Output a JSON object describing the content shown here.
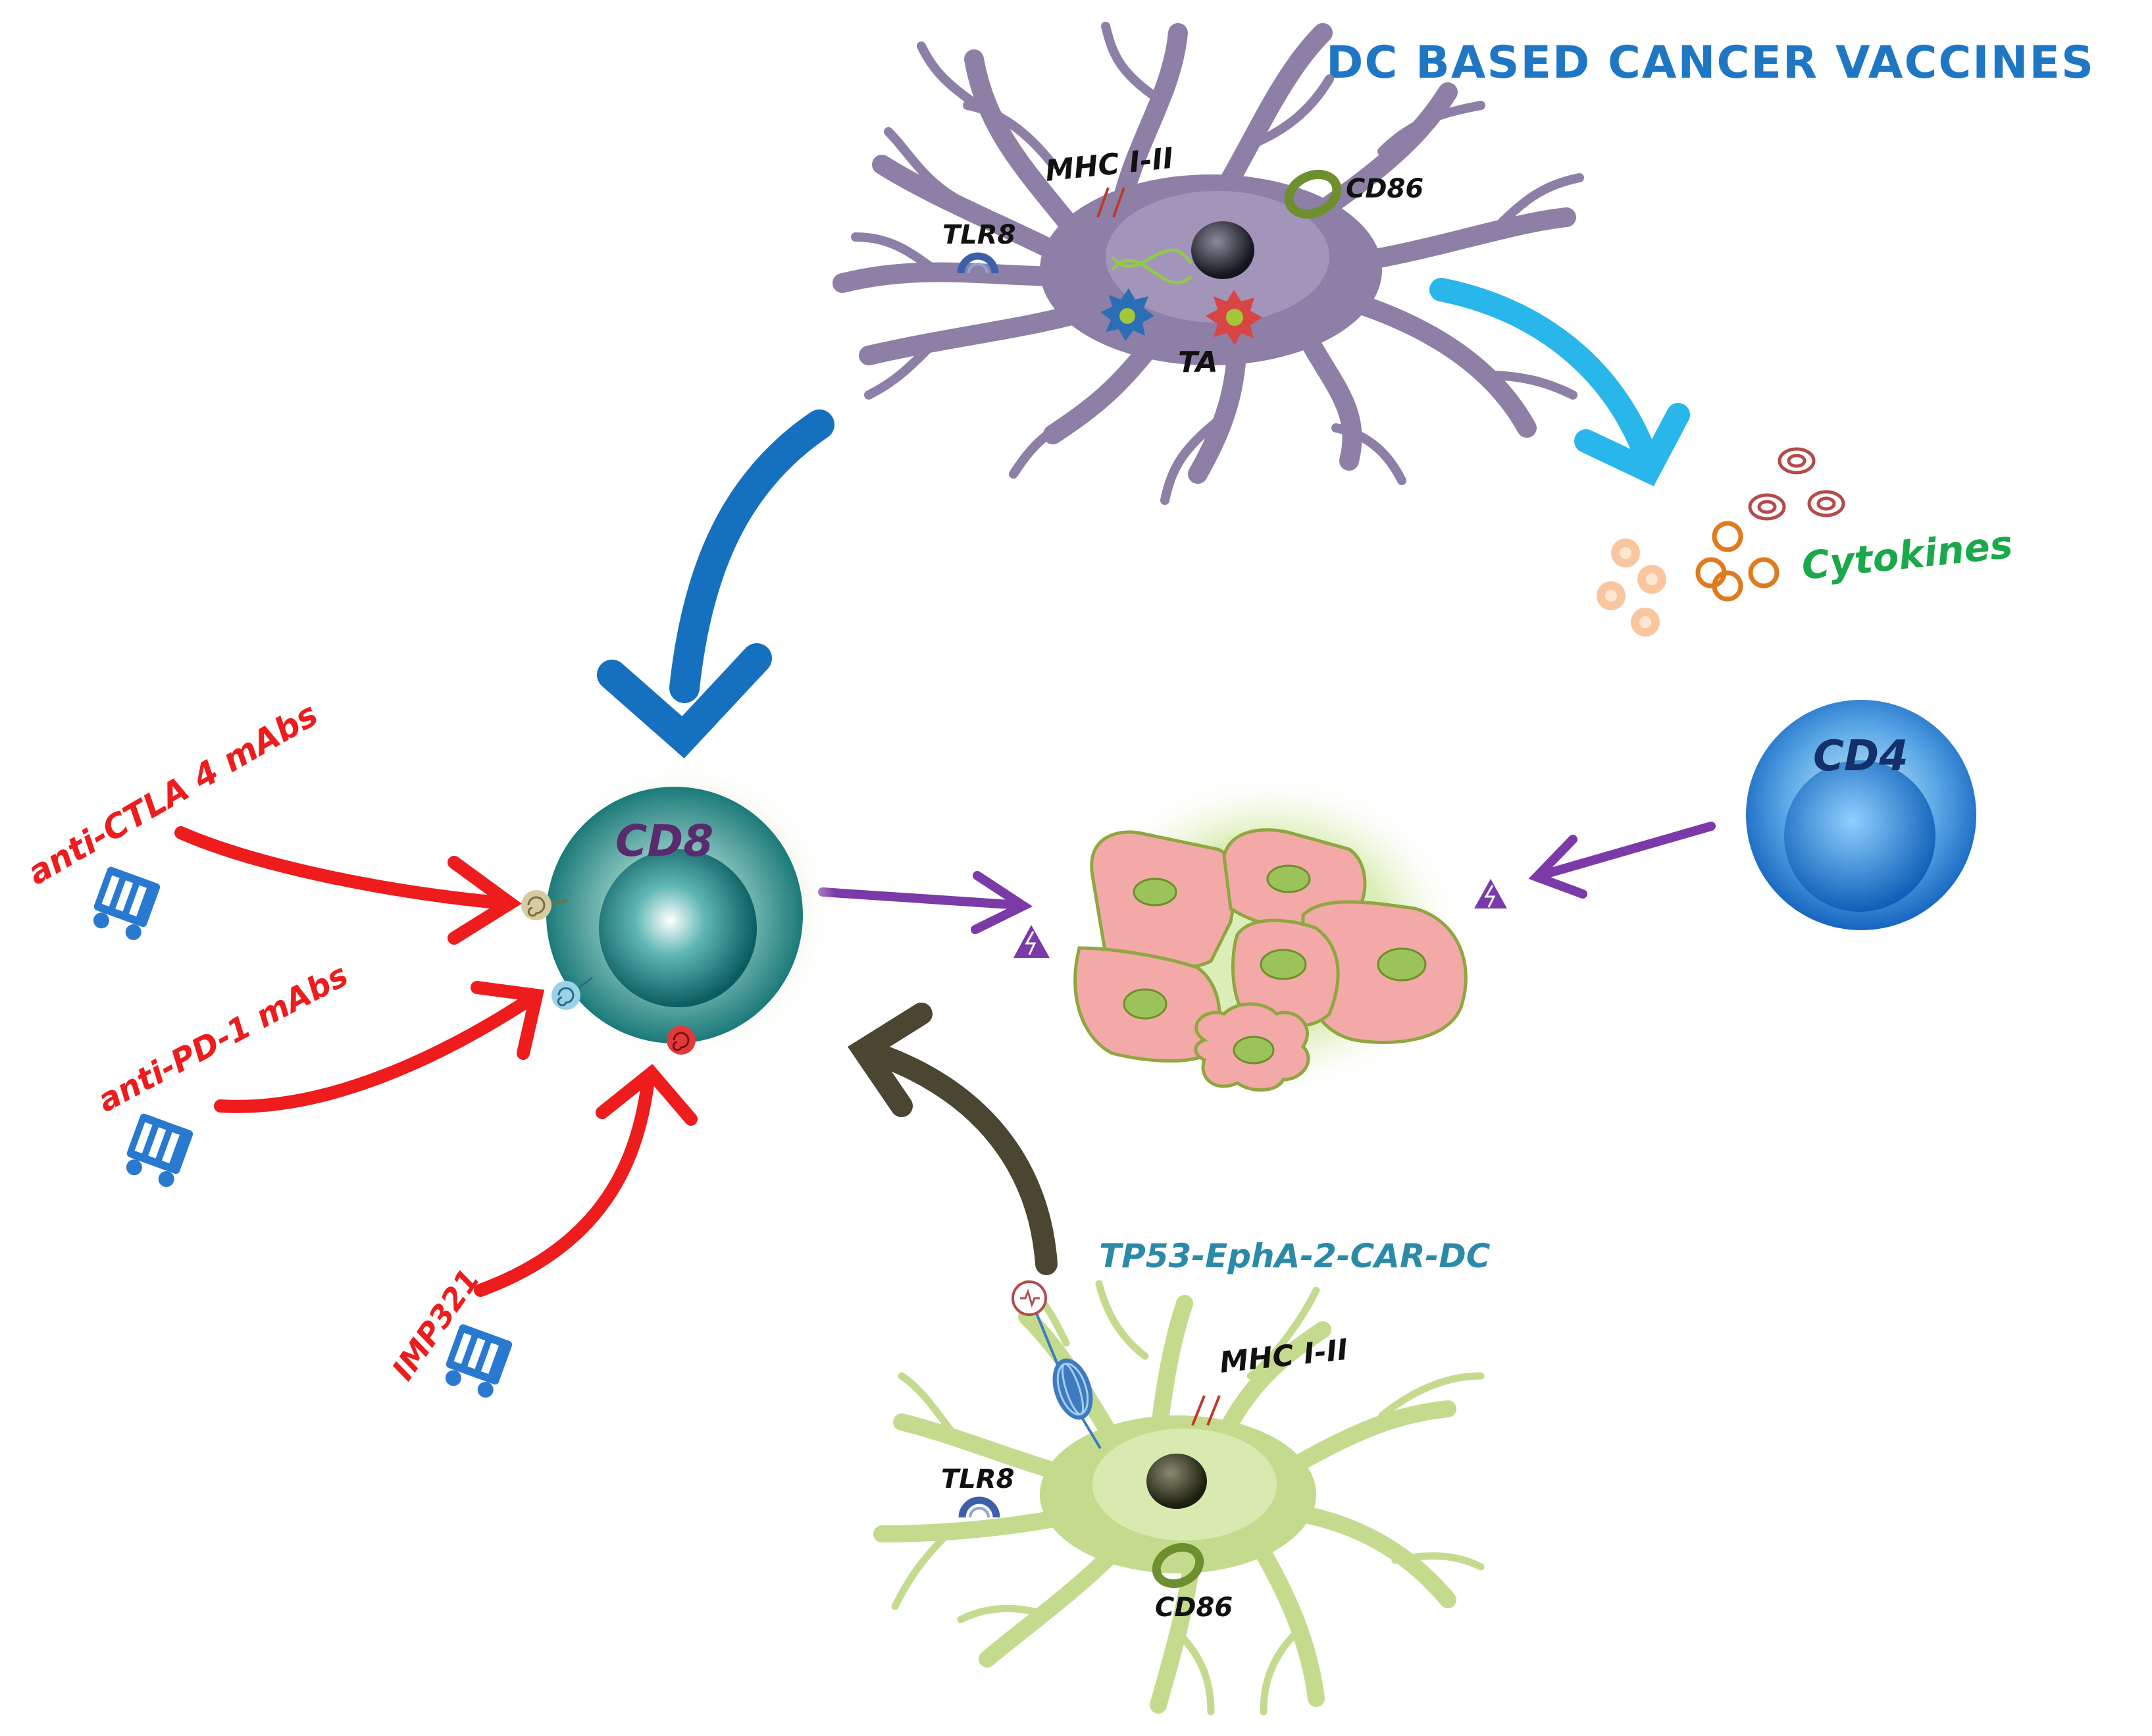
{
  "title": "DC BASED CANCER VACCINES",
  "dc_top": {
    "mhc": "MHC I-II",
    "cd86": "CD86",
    "tlr8": "TLR8",
    "ta": "TA"
  },
  "cytokines": "Cytokines",
  "cd4": "CD4",
  "cd8": "CD8",
  "drugs": {
    "ctla4": "anti-CTLA 4 mAbs",
    "pd1": "anti-PD-1  mAbs",
    "imp321": "IMP321"
  },
  "car_dc": {
    "name": "TP53-EphA-2-CAR-DC",
    "mhc": "MHC I-II",
    "tlr8": "TLR8",
    "cd86": "CD86"
  },
  "colors": {
    "title": "#1f77c4",
    "dc_body": "#8e7fa6",
    "car_body": "#c4db8e",
    "arrow_blue": "#1570c0",
    "arrow_cyan": "#29b6ea",
    "arrow_red": "#ee1c1c",
    "arrow_purple": "#7b3aa8",
    "arrow_dark": "#4a4632",
    "cytokines": "#1aa84a",
    "car_label": "#2b8aa8"
  }
}
